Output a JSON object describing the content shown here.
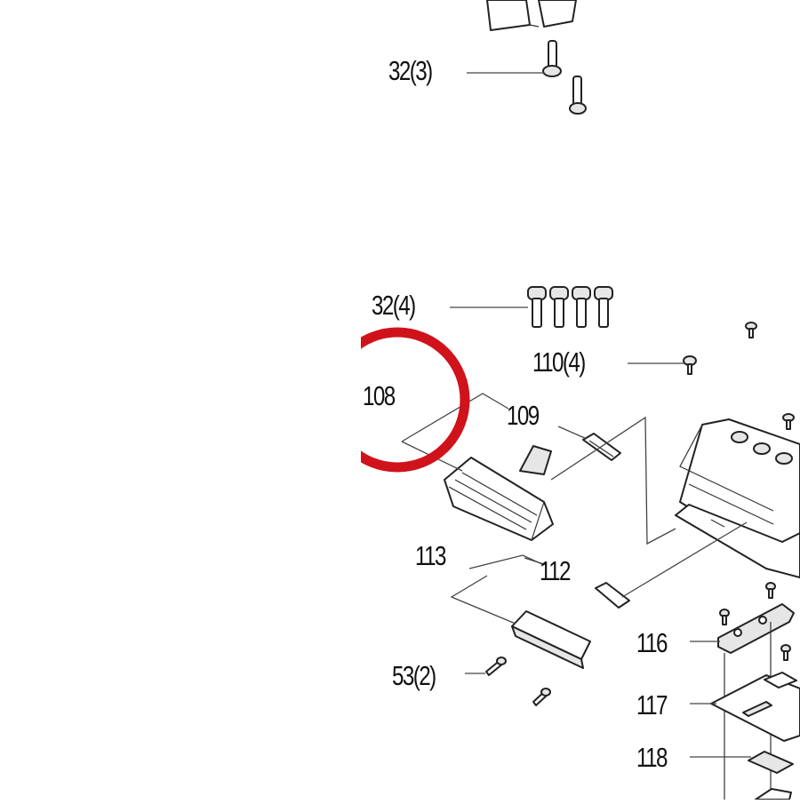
{
  "diagram": {
    "callouts": {
      "c32_3": "32(3)",
      "c32_4": "32(4)",
      "c110_4": "110(4)",
      "c108": "108",
      "c109": "109",
      "c113": "113",
      "c112": "112",
      "c53_2": "53(2)",
      "c116": "116",
      "c117": "117",
      "c118": "118"
    },
    "highlight_color": "#d0121b"
  }
}
